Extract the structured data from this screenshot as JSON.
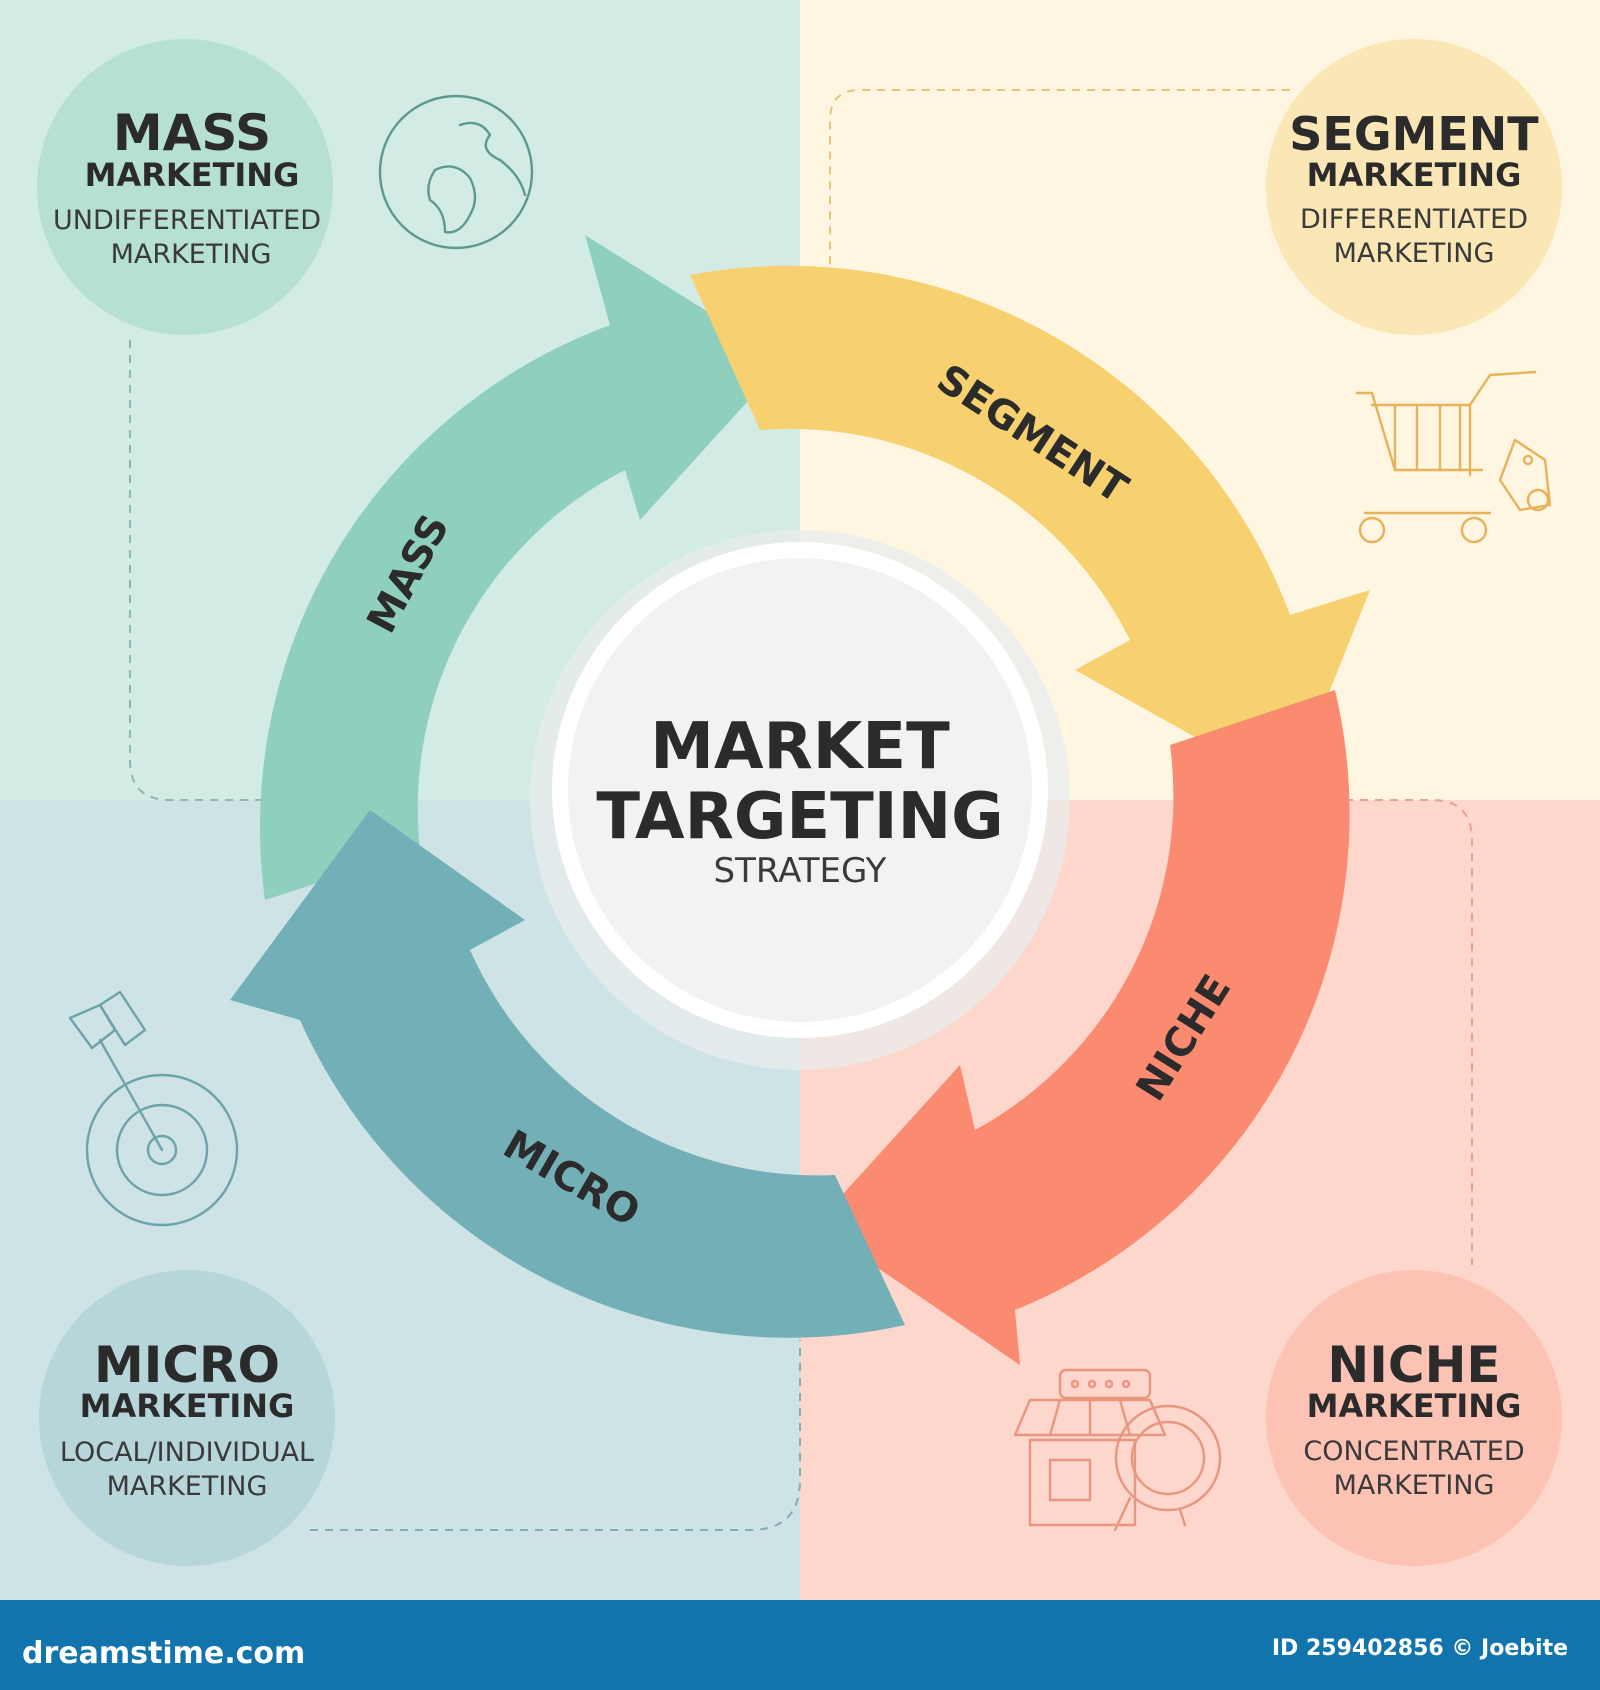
{
  "center": {
    "title_line1": "MARKET",
    "title_line2": "TARGETING",
    "subtitle": "STRATEGY"
  },
  "arrows": [
    {
      "label": "MASS",
      "color": "#8fcfbd"
    },
    {
      "label": "SEGMENT",
      "color": "#f7d070"
    },
    {
      "label": "NICHE",
      "color": "#fa8a70"
    },
    {
      "label": "MICRO",
      "color": "#72afb6"
    }
  ],
  "quadrants": {
    "mass": {
      "title": "MASS",
      "title2": "MARKETING",
      "desc1": "UNDIFFERENTIATED",
      "desc2": "MARKETING",
      "icon": "globe-icon",
      "bg": "#d3ebe5",
      "circle": "#b6e0d3"
    },
    "segment": {
      "title": "SEGMENT",
      "title2": "MARKETING",
      "desc1": "DIFFERENTIATED",
      "desc2": "MARKETING",
      "icon": "shopping-cart-icon",
      "bg": "#fef6e1",
      "circle": "#fbe7b5"
    },
    "micro": {
      "title": "MICRO",
      "title2": "MARKETING",
      "desc1": "LOCAL/INDIVIDUAL",
      "desc2": "MARKETING",
      "icon": "target-icon",
      "bg": "#cde3e6",
      "circle": "#b7d6da"
    },
    "niche": {
      "title": "NICHE",
      "title2": "MARKETING",
      "desc1": "CONCENTRATED",
      "desc2": "MARKETING",
      "icon": "store-search-icon",
      "bg": "#fdd6cc",
      "circle": "#fcc3b4"
    }
  },
  "footer": {
    "site": "dreamstime.com",
    "id_text": "ID 259402856 © Joebite",
    "bg": "#1274ad"
  }
}
